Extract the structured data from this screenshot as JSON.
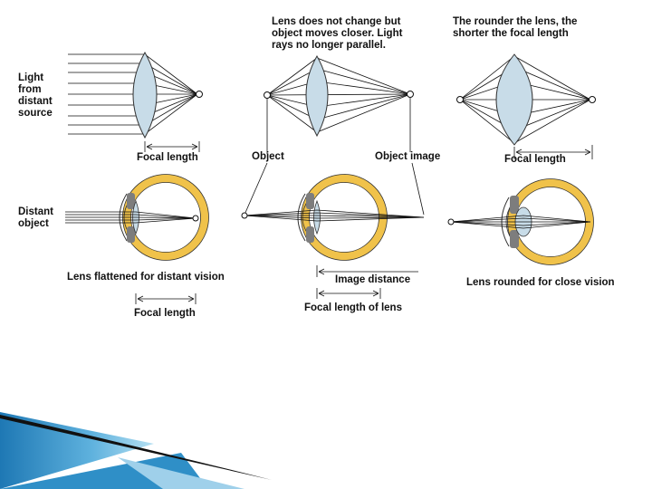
{
  "labels": {
    "light_source": "Light\nfrom\ndistant\nsource",
    "lens_note": "Lens does not change but\nobject moves closer. Light\nrays no longer parallel.",
    "rounder_note": "The rounder the lens, the\nshorter the focal length",
    "focal_length_1": "Focal length",
    "object": "Object",
    "object_image": "Object image",
    "focal_length_3": "Focal length",
    "distant_object": "Distant\nobject",
    "lens_flattened": "Lens flattened for distant vision",
    "image_distance": "Image distance",
    "lens_rounded": "Lens rounded for close vision",
    "focal_length_4": "Focal length",
    "focal_length_of_lens": "Focal length of lens"
  },
  "colors": {
    "lens_fill": "#c8dce8",
    "sclera": "#f0c24a",
    "iris": "#7d7d7d",
    "ray": "#111111",
    "accent_blue": "#3a8fc4",
    "accent_light": "#9fd0ea"
  }
}
